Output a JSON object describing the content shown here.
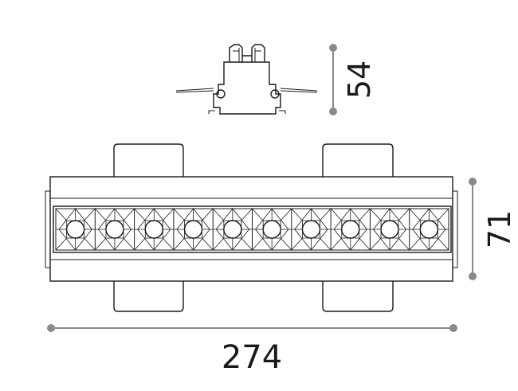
{
  "dimensions": {
    "height": "54",
    "width": "71",
    "length": "274"
  },
  "led_count": 10,
  "colors": {
    "outline": "#1a1a1a",
    "dimension_line": "#8a8a8a",
    "background": "#ffffff"
  }
}
